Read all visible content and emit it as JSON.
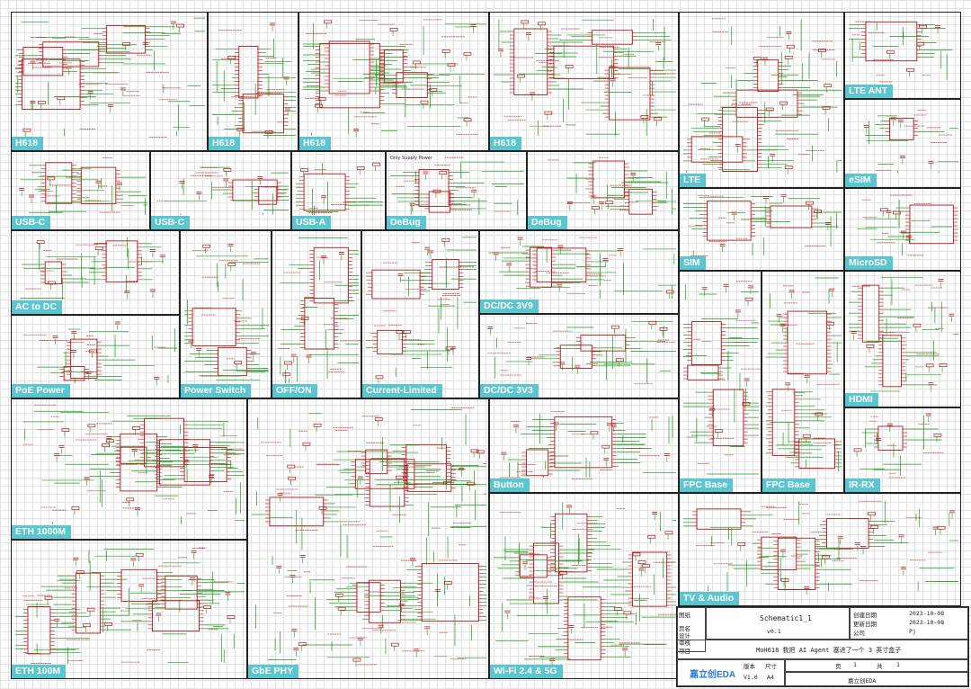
{
  "blocks": [
    {
      "label": "H618"
    },
    {
      "label": "H618"
    },
    {
      "label": "H618"
    },
    {
      "label": "H618"
    },
    {
      "label": "LTE"
    },
    {
      "label": "LTE ANT"
    },
    {
      "label": "eSIM"
    },
    {
      "label": "USB-C"
    },
    {
      "label": "USB-C"
    },
    {
      "label": "USB-A"
    },
    {
      "label": "DeBug"
    },
    {
      "label": "DeBug"
    },
    {
      "label": "SIM"
    },
    {
      "label": "MicroSD"
    },
    {
      "label": "AC to DC"
    },
    {
      "label": "PoE Power"
    },
    {
      "label": "Power Switch"
    },
    {
      "label": "OFF/ON"
    },
    {
      "label": "Current-Limited"
    },
    {
      "label": "DC/DC 3V9"
    },
    {
      "label": "DC/DC 3V3"
    },
    {
      "label": "FPC Base"
    },
    {
      "label": "FPC Base"
    },
    {
      "label": "HDMI"
    },
    {
      "label": "IR-RX"
    },
    {
      "label": "ETH 1000M"
    },
    {
      "label": "ETH 100M"
    },
    {
      "label": "GbE PHY"
    },
    {
      "label": "Button"
    },
    {
      "label": "Wi-Fi 2.4 & 5G"
    },
    {
      "label": "TV & Audio"
    }
  ],
  "notes": {
    "only_supply_power": "Only Supply Power"
  },
  "title_block": {
    "label_drawing": "图纸",
    "label_page": "页名",
    "label_designer": "设计",
    "label_reviewer": "审核",
    "label_created": "创建日期",
    "label_updated": "更新日期",
    "label_company": "公司",
    "label_project": "项目",
    "label_version": "版本",
    "label_size": "尺寸",
    "label_sheet": "页",
    "label_total": "共",
    "sheet_name": "Schematic1_1",
    "page_version": "v0.1",
    "created_date": "2023-10-08",
    "updated_date": "2023-10-08",
    "author": "Pj",
    "project": "MoH618 我把 AI Agent 塞进了一个 3 英寸盒子",
    "version": "V1.0",
    "size": "A4",
    "sheet_no": "1",
    "sheet_total": "1",
    "logo_text": "嘉立创EDA",
    "brand": "嘉立创EDA"
  },
  "colors": {
    "wire": "#1a9a1a",
    "symbol": "#b01818",
    "label_bg": "#5bc6cf",
    "frame": "#222222"
  }
}
